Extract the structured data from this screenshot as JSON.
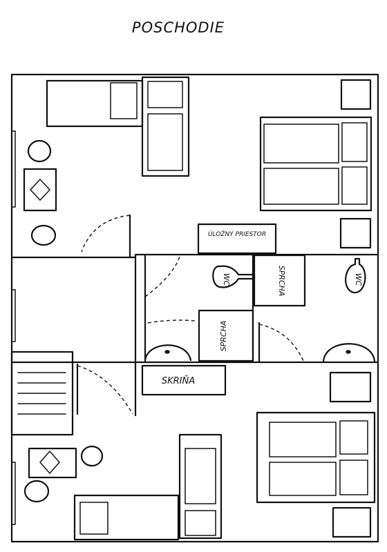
{
  "title": "POSCHODIE",
  "labels": {
    "upper_storage": "ÚLOŽNÝ PRIESTOR",
    "wardrobe": "SKRIŇA",
    "shower_1": "SPRCHA",
    "shower_2": "SPRCHA",
    "wc_1": "WC",
    "wc_2": "WC"
  }
}
